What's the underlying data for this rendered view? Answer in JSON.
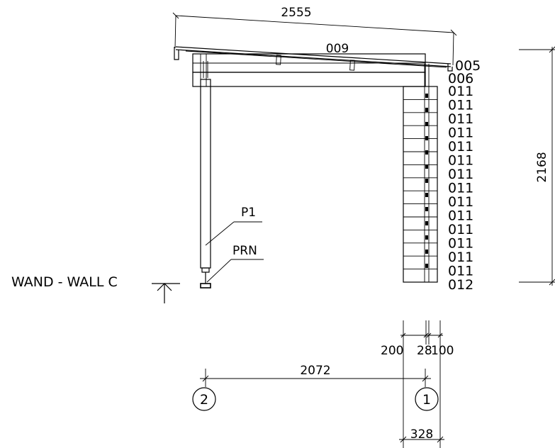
{
  "dimensions": {
    "roof_length": "2555",
    "height": "2168",
    "grid_span": "2072",
    "post_offset": "200",
    "wall_a": "28",
    "wall_b": "100",
    "footprint": "328"
  },
  "part_labels": {
    "roof_top": "009",
    "fascia": "005",
    "beam": "006",
    "logs": [
      "011",
      "011",
      "011",
      "011",
      "011",
      "011",
      "011",
      "011",
      "011",
      "011",
      "011",
      "011",
      "011",
      "011"
    ],
    "bottom_log": "012",
    "post": "P1",
    "post_base": "PRN"
  },
  "view_label": "WAND - WALL C",
  "grid_axes": [
    "2",
    "1"
  ]
}
